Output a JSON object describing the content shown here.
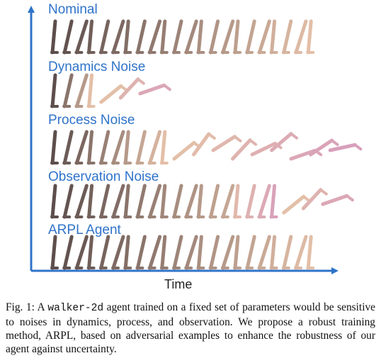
{
  "figure": {
    "rows": [
      {
        "label": "Nominal",
        "kind": "stable"
      },
      {
        "label": "Dynamics Noise",
        "kind": "fall_early"
      },
      {
        "label": "Process Noise",
        "kind": "fall_mid"
      },
      {
        "label": "Observation Noise",
        "kind": "fall_late"
      },
      {
        "label": "ARPL Agent",
        "kind": "stable"
      }
    ],
    "x_axis_label": "Time",
    "colors": {
      "axis": "#2f73c9",
      "walker_dark": "#5d4e4c",
      "walker_light": "#e3bfa8",
      "walker_pink": "#d79bbd"
    }
  },
  "caption": {
    "prefix": "Fig. 1: A ",
    "code": "walker-2d",
    "text": " agent trained on a fixed set of parameters would be sensitive to noises in dynamics, process, and observation. We propose a robust training method, ARPL, based on adversarial examples to enhance the robustness of our agent against uncertainty."
  }
}
